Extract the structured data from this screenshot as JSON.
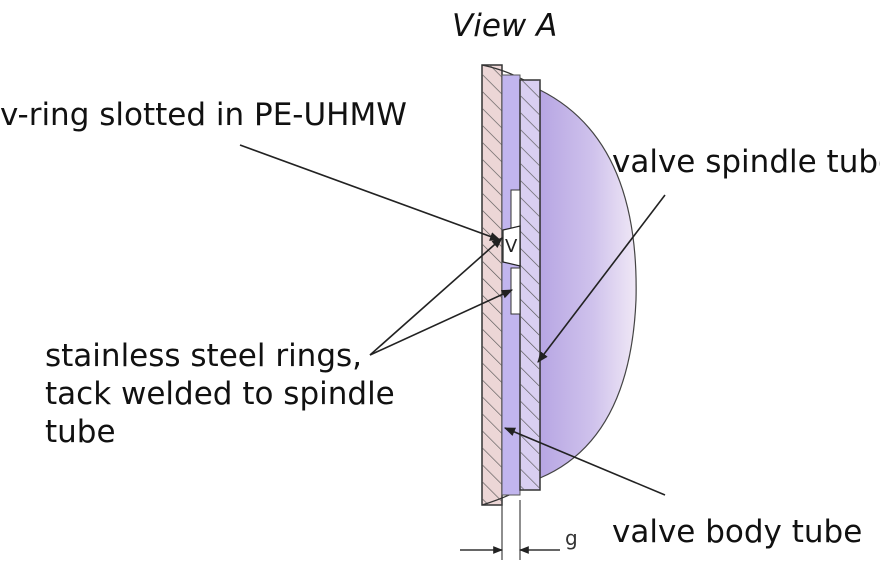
{
  "title": "View A",
  "labels": {
    "v_ring": "v-ring slotted in PE-UHMW",
    "valve_spindle_tube": "valve spindle tube",
    "steel_rings_line1": "stainless steel rings,",
    "steel_rings_line2": "tack welded to spindle",
    "steel_rings_line3": "tube",
    "valve_body_tube": "valve body tube",
    "gap": "g",
    "ring_glyph": "V"
  },
  "colors": {
    "body_tube_fill": "#ecd6d6",
    "spindle_fill_light": "#ecdff2",
    "spindle_fill_dark": "#b7a6e3",
    "gap_fill": "#bfb3ec",
    "line": "#2b2b2b"
  }
}
